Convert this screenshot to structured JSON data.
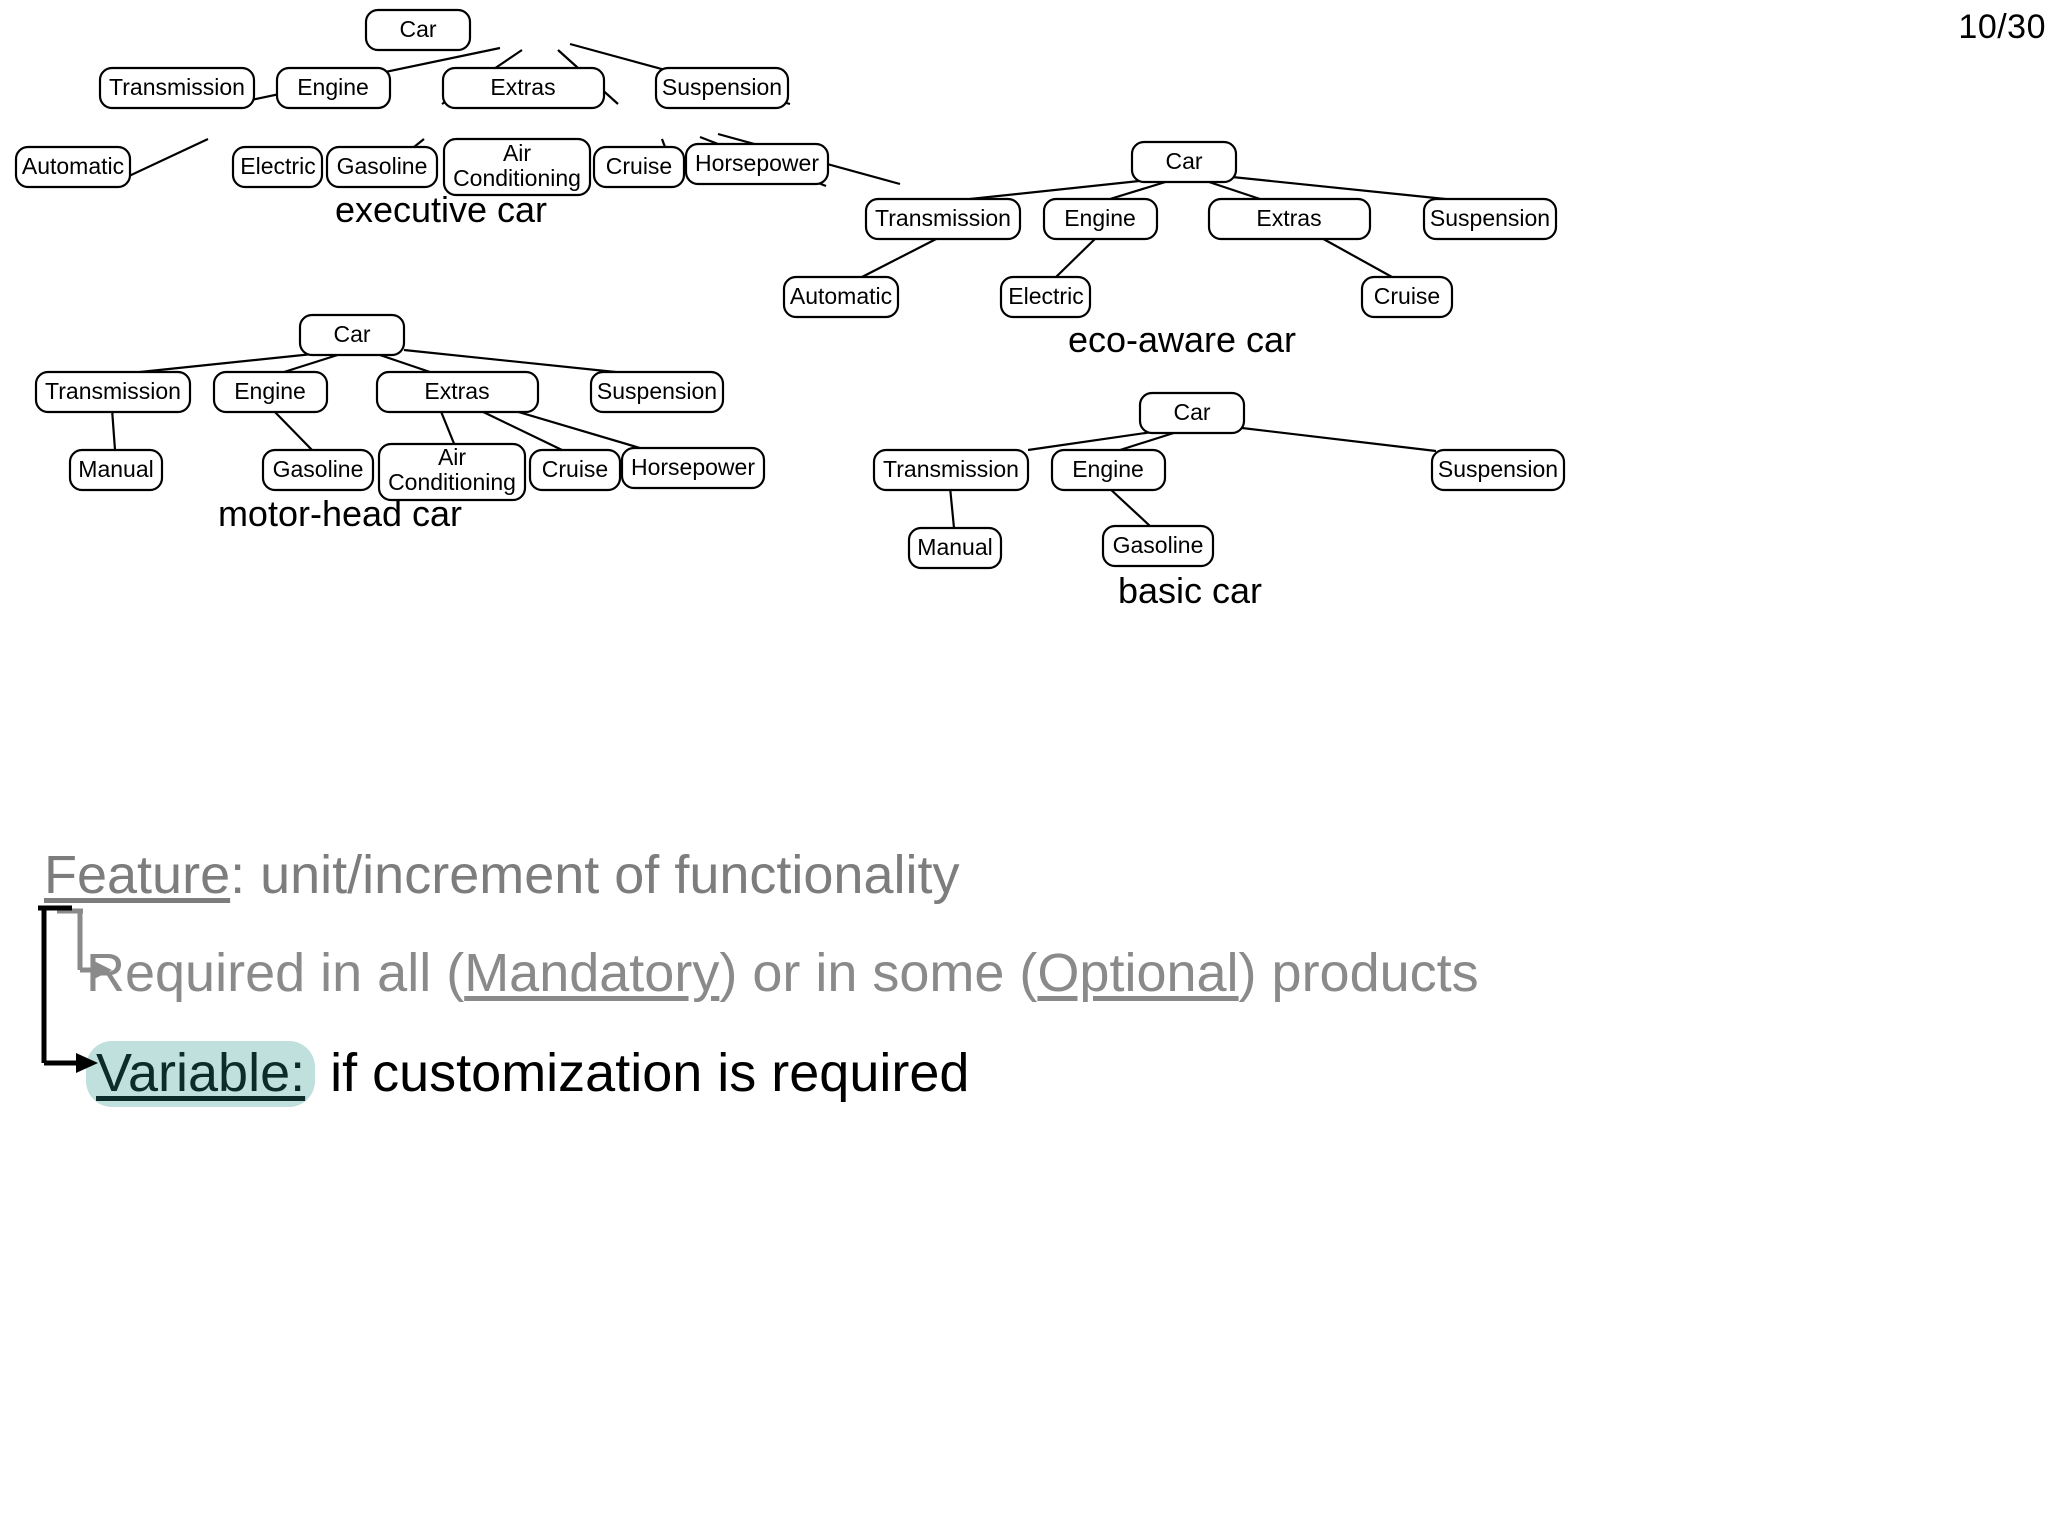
{
  "slide": {
    "page_number": "10/30",
    "background_color": "#ffffff",
    "text_gray": "#808080",
    "highlight_color": "#bfe0dd",
    "node_stroke": "#000000"
  },
  "diagrams": [
    {
      "id": "executive-car",
      "caption": "executive car",
      "nodes": {
        "root": "Car",
        "level1": [
          "Transmission",
          "Engine",
          "Extras",
          "Suspension"
        ],
        "level2": [
          "Automatic",
          "Electric",
          "Gasoline",
          "Air Conditioning",
          "Cruise",
          "Horsepower"
        ]
      },
      "edges": [
        [
          "Car",
          "Transmission"
        ],
        [
          "Car",
          "Engine"
        ],
        [
          "Car",
          "Extras"
        ],
        [
          "Car",
          "Suspension"
        ],
        [
          "Transmission",
          "Automatic"
        ],
        [
          "Engine",
          "Electric"
        ],
        [
          "Engine",
          "Gasoline"
        ],
        [
          "Extras",
          "Air Conditioning"
        ],
        [
          "Extras",
          "Cruise"
        ],
        [
          "Extras",
          "Horsepower"
        ]
      ]
    },
    {
      "id": "eco-aware-car",
      "caption": "eco-aware car",
      "nodes": {
        "root": "Car",
        "level1": [
          "Transmission",
          "Engine",
          "Extras",
          "Suspension"
        ],
        "level2": [
          "Automatic",
          "Electric",
          "Cruise"
        ]
      },
      "edges": [
        [
          "Car",
          "Transmission"
        ],
        [
          "Car",
          "Engine"
        ],
        [
          "Car",
          "Extras"
        ],
        [
          "Car",
          "Suspension"
        ],
        [
          "Transmission",
          "Automatic"
        ],
        [
          "Engine",
          "Electric"
        ],
        [
          "Extras",
          "Cruise"
        ]
      ]
    },
    {
      "id": "motor-head-car",
      "caption": "motor-head car",
      "nodes": {
        "root": "Car",
        "level1": [
          "Transmission",
          "Engine",
          "Extras",
          "Suspension"
        ],
        "level2": [
          "Manual",
          "Gasoline",
          "Air Conditioning",
          "Cruise",
          "Horsepower"
        ]
      },
      "edges": [
        [
          "Car",
          "Transmission"
        ],
        [
          "Car",
          "Engine"
        ],
        [
          "Car",
          "Extras"
        ],
        [
          "Car",
          "Suspension"
        ],
        [
          "Transmission",
          "Manual"
        ],
        [
          "Engine",
          "Gasoline"
        ],
        [
          "Extras",
          "Air Conditioning"
        ],
        [
          "Extras",
          "Cruise"
        ],
        [
          "Extras",
          "Horsepower"
        ]
      ]
    },
    {
      "id": "basic-car",
      "caption": "basic car",
      "nodes": {
        "root": "Car",
        "level1": [
          "Transmission",
          "Engine",
          "Suspension"
        ],
        "level2": [
          "Manual",
          "Gasoline"
        ]
      },
      "edges": [
        [
          "Car",
          "Transmission"
        ],
        [
          "Car",
          "Engine"
        ],
        [
          "Car",
          "Suspension"
        ],
        [
          "Transmission",
          "Manual"
        ],
        [
          "Engine",
          "Gasoline"
        ]
      ]
    }
  ],
  "diagram_labels": {
    "car": "Car",
    "transmission": "Transmission",
    "engine": "Engine",
    "extras": "Extras",
    "suspension": "Suspension",
    "automatic": "Automatic",
    "manual": "Manual",
    "electric": "Electric",
    "gasoline": "Gasoline",
    "air_conditioning_line1": "Air",
    "air_conditioning_line2": "Conditioning",
    "cruise": "Cruise",
    "horsepower": "Horsepower"
  },
  "body": {
    "feature_term": "Feature",
    "feature_rest": ": unit/increment of functionality",
    "required_pre": "Required in all (",
    "required_mandatory": "Mandatory",
    "required_mid": ")  or in some (",
    "required_optional": "Optional",
    "required_post": ") products",
    "variable_term": "Variable:",
    "variable_rest": " if customization is required"
  }
}
